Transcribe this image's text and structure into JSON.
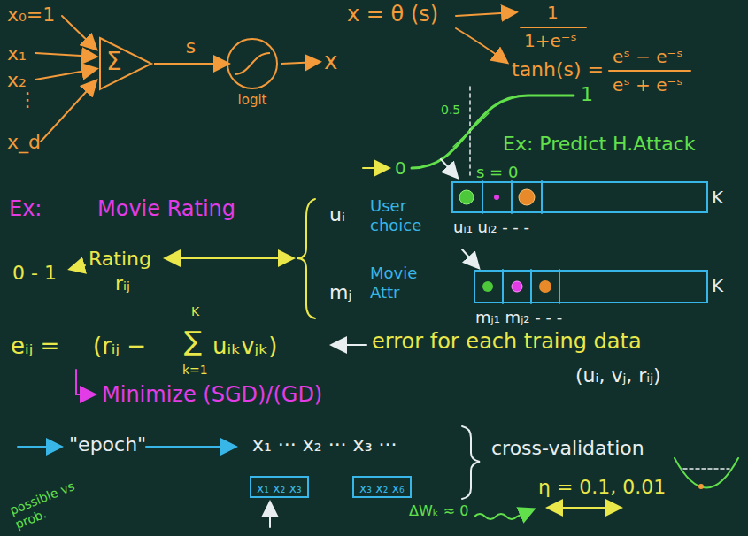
{
  "diagram": {
    "nodes": [
      {
        "text": [
          "Σ"
        ]
      },
      {
        "text": [
          "logit"
        ]
      },
      {
        "text": [
          "K"
        ]
      },
      {
        "text": [
          "K"
        ]
      },
      {
        "text": [
          "x₁ x₂ x₃"
        ]
      },
      {
        "text": [
          "x₃ x₂ x₆"
        ]
      }
    ],
    "edges": [
      {
        "from": 0,
        "to": 1,
        "arrow": "to",
        "label": "s"
      }
    ],
    "labels": [
      "x₀=1",
      "x₁",
      "x₂",
      "⋮",
      "x_d",
      "x",
      "x = θ (s)",
      "1",
      "1+e⁻ˢ",
      "tanh(s) =",
      "eˢ − e⁻ˢ",
      "eˢ + e⁻ˢ",
      "1",
      "0",
      "0.5",
      "s = 0",
      "Ex: Predict H.Attack",
      "Ex:",
      "Movie Rating",
      "0 - 1",
      "Rating",
      "rᵢⱼ",
      "uᵢ",
      "User choice",
      "mⱼ",
      "Movie Attr",
      "uᵢ₁ uᵢ₂ - - -",
      "mⱼ₁ mⱼ₂ - - -",
      "eᵢⱼ =",
      "(rᵢⱼ −",
      "K",
      "∑",
      "k=1",
      "uᵢₖvⱼₖ)",
      "error for each traing data",
      "(uᵢ, vⱼ, rᵢⱼ)",
      "Minimize (SGD)/(GD)",
      "\"epoch\"",
      "x₁ ··· x₂ ··· x₃ ···",
      "cross-validation",
      "η = 0.1, 0.01",
      "ΔWₖ ≈ 0",
      "possible vs prob."
    ]
  }
}
